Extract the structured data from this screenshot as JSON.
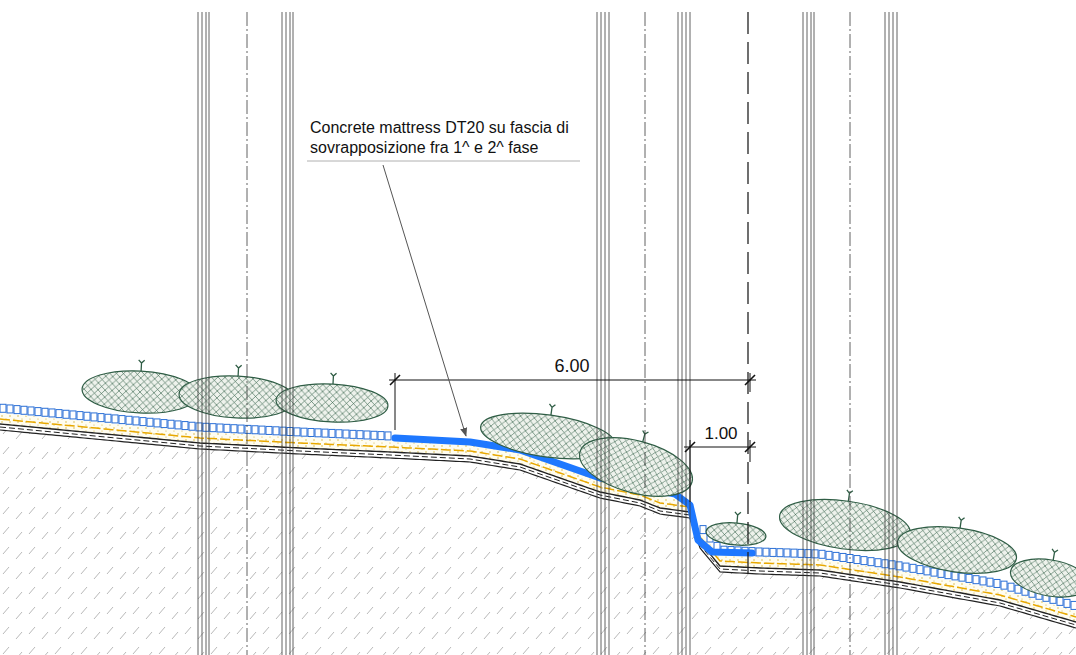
{
  "diagram": {
    "labels": [
      "Concrete mattress DT20 su fascia di sovrapposizione fra 1^ e 2^ fase",
      "6.00",
      "1.00"
    ]
  }
}
